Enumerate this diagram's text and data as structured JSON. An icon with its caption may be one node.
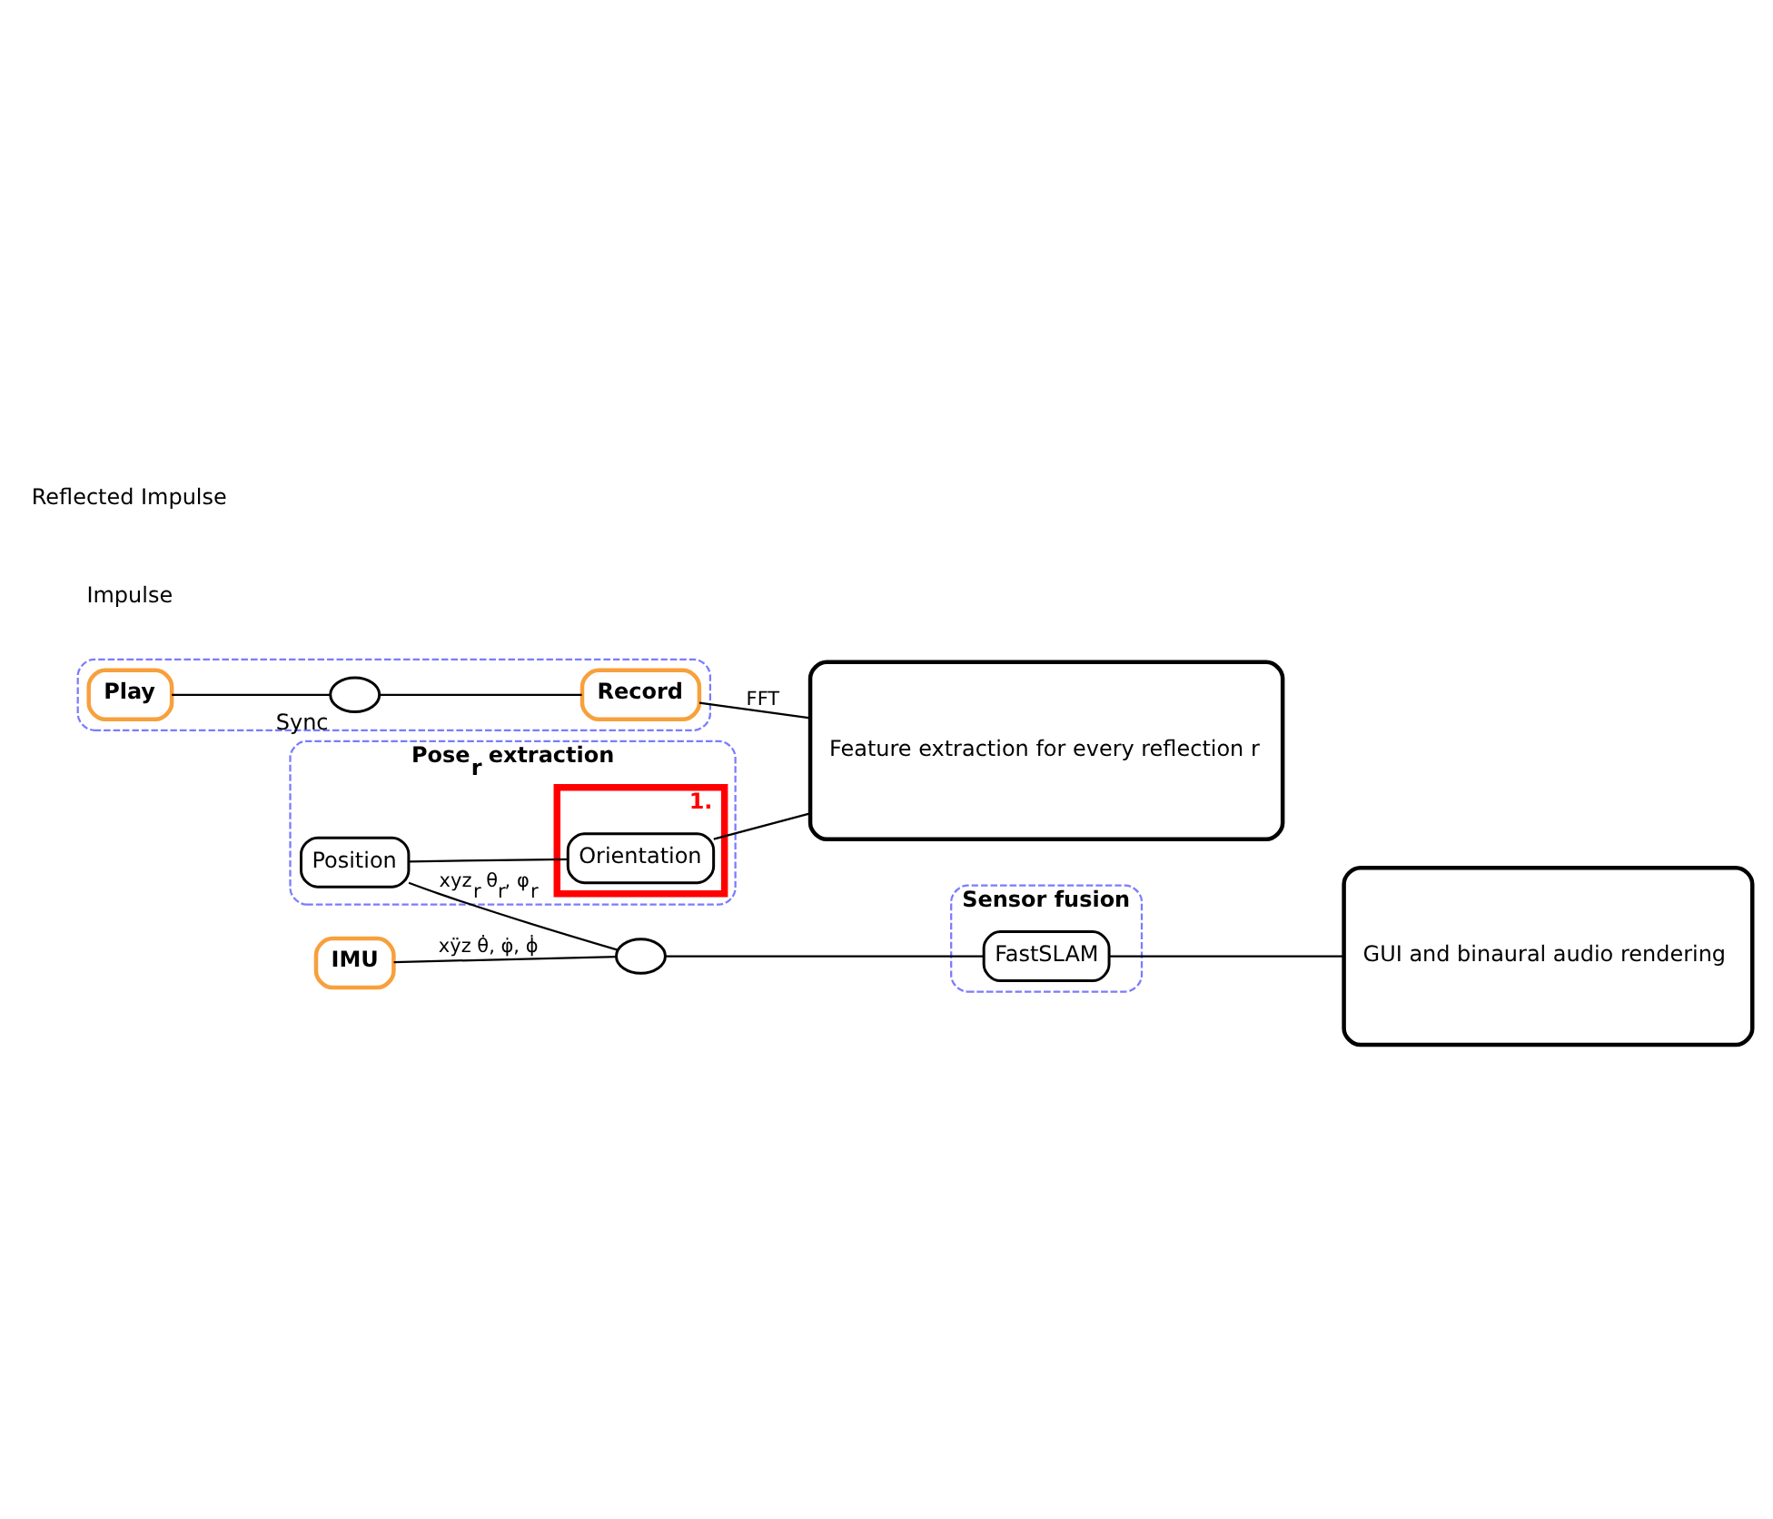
{
  "diagram": {
    "nodes": [
      {
        "text": [],
        "shape": "box"
      },
      {
        "text": [
          "Play"
        ],
        "in": 0
      },
      {
        "text": [],
        "shape": "circle",
        "in": 0,
        "beside": [
          "Sync"
        ]
      },
      {
        "text": [
          "Record"
        ],
        "in": 0
      },
      {
        "text": [
          "Feature extraction for every reflection r"
        ]
      },
      {
        "text": [
          "Pose$_{r}$ extraction"
        ]
      },
      {
        "text": [
          "Position"
        ],
        "in": 5
      },
      {
        "text": [
          "1."
        ],
        "in": 5
      },
      {
        "text": [
          "Orientation"
        ],
        "in": 7
      },
      {
        "text": [
          "IMU"
        ]
      },
      {
        "text": [],
        "shape": "circle"
      },
      {
        "text": [
          "Sensor fusion"
        ]
      },
      {
        "text": [
          "FastSLAM"
        ],
        "in": 11
      },
      {
        "text": [
          "GUI and binaural audio rendering"
        ]
      }
    ],
    "edges": [
      {
        "from": 1,
        "to": 2,
        "arrow": "none"
      },
      {
        "from": 2,
        "to": 3,
        "arrow": "none"
      },
      {
        "from": 3,
        "to": 4,
        "arrow": "none",
        "label": "FFT"
      },
      {
        "from": 6,
        "to": 8,
        "arrow": "none"
      },
      {
        "from": 8,
        "to": 4,
        "arrow": "none"
      },
      {
        "from": 6,
        "to": 10,
        "arrow": "none",
        "label": "xyz$_{r}$ θ$_{r}$, φ$_{r}$"
      },
      {
        "from": 9,
        "to": 10,
        "arrow": "none",
        "label": "xÿz θ̇, φ̇, ϕ̇"
      },
      {
        "from": 10,
        "to": 12,
        "arrow": "none"
      },
      {
        "from": 12,
        "to": 13,
        "arrow": "none"
      }
    ],
    "labels": [
      "Impulse",
      "Reflected Impulse"
    ]
  }
}
